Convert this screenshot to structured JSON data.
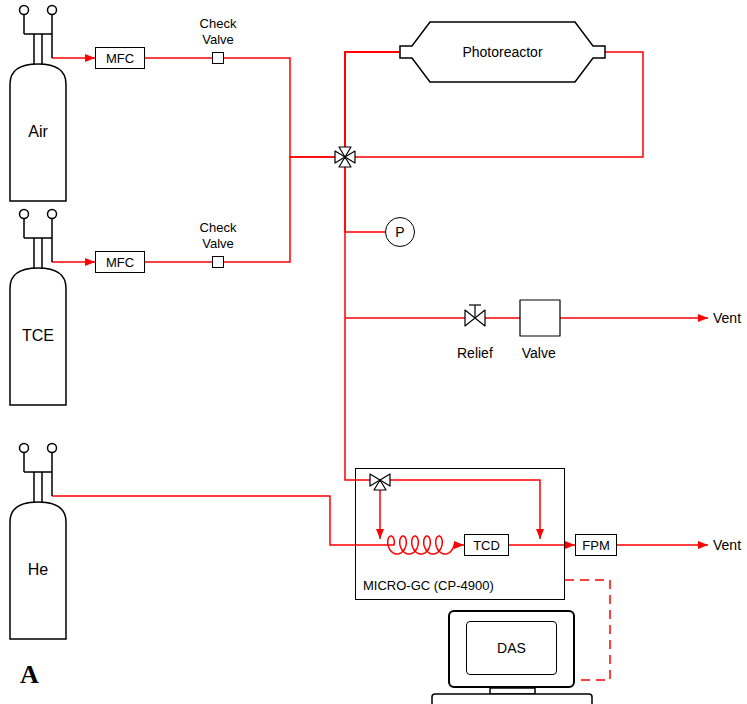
{
  "diagram": {
    "nodes": [
      {
        "text": [
          "Air"
        ]
      },
      {
        "text": [
          "TCE"
        ]
      },
      {
        "text": [
          "He"
        ]
      },
      {
        "text": [
          "MFC"
        ]
      },
      {
        "text": [
          "Check Valve"
        ]
      },
      {
        "text": [
          "MFC"
        ]
      },
      {
        "text": [
          "Check Valve"
        ]
      },
      {
        "text": [
          "Photoreactor"
        ]
      },
      {
        "text": [
          "P"
        ]
      },
      {
        "text": [
          "MICRO-GC (CP-4900)"
        ]
      },
      {
        "text": [
          "TCD"
        ],
        "in": 9
      },
      {
        "text": [
          "FPM"
        ]
      },
      {
        "text": [
          "DAS"
        ]
      }
    ],
    "edges": [
      {
        "from": 0,
        "to": 3,
        "arrow": "to"
      },
      {
        "from": 3,
        "to": 4,
        "arrow": "none"
      },
      {
        "from": 1,
        "to": 5,
        "arrow": "to"
      },
      {
        "from": 5,
        "to": 6,
        "arrow": "none"
      },
      {
        "from": 4,
        "to": 7,
        "arrow": "none"
      },
      {
        "from": 6,
        "to": 7,
        "arrow": "none"
      },
      {
        "from": 7,
        "to": 9,
        "arrow": "none"
      },
      {
        "from": 7,
        "to": 8,
        "arrow": "none"
      },
      {
        "from": 2,
        "to": 10,
        "arrow": "to"
      },
      {
        "from": 10,
        "to": 11,
        "arrow": "to"
      },
      {
        "from": 9,
        "to": 12,
        "arrow": "none"
      }
    ],
    "labels": [
      "Relief Valve",
      "Vent",
      "Vent",
      "A"
    ]
  }
}
